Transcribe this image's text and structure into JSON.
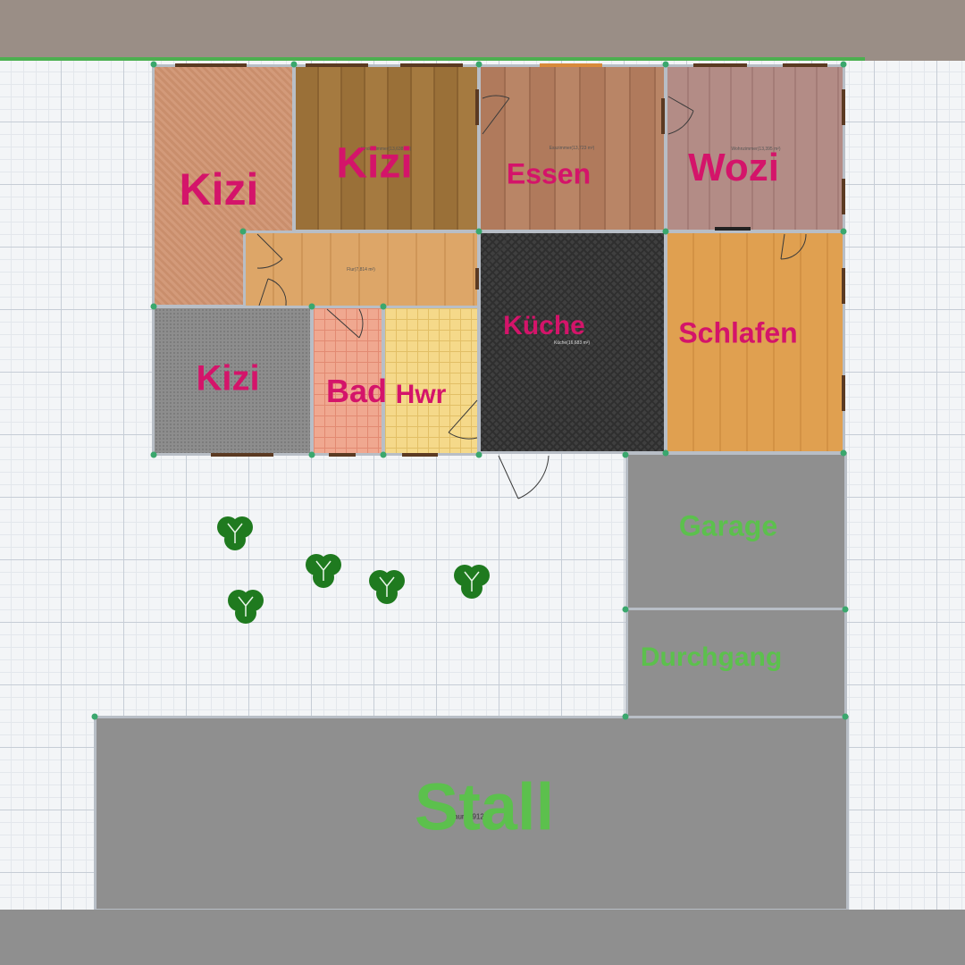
{
  "plan": {
    "rooms": {
      "kizi_nw": "Kizi",
      "kizi_n": "Kizi",
      "essen": "Essen",
      "wozi": "Wozi",
      "kueche": "Küche",
      "schlafen": "Schlafen",
      "kizi_sw": "Kizi",
      "bad": "Bad",
      "hwr": "Hwr",
      "garage": "Garage",
      "durchgang": "Durchgang",
      "stall": "Stall"
    },
    "tiny_labels": {
      "kizi_n_area": "Kinderzimmer(13,638 m²)",
      "essen_area": "Esszimmer(13,723 m²)",
      "wozi_area": "Wohnzimmer(13,395 m²)",
      "flur_area": "Flur(7,814 m²)",
      "kueche_area": "Küche(16,683 m²)",
      "stall_area": "Raum (912"
    }
  },
  "colors": {
    "pink_label": "#d4146a",
    "green_label": "#5cc04d",
    "wall": "#b8bec6",
    "plant": "#1f7a1f"
  },
  "icons": [
    "plant-icon",
    "door-swing-icon",
    "wall-node-icon"
  ]
}
